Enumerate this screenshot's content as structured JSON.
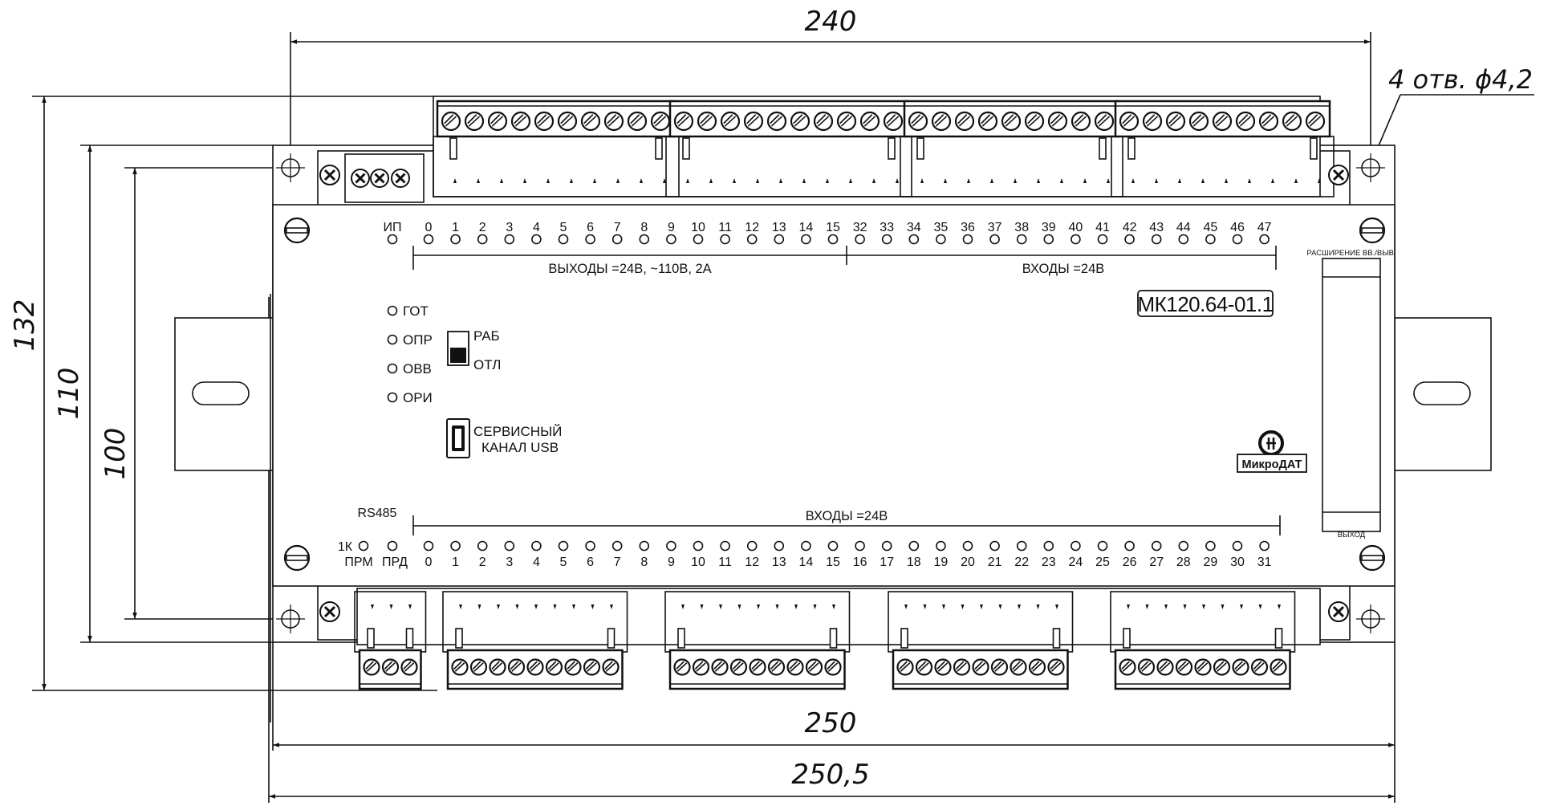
{
  "dimensions": {
    "top_width": "240",
    "hole_note": "4 отв. ϕ4,2",
    "height_132": "132",
    "height_110": "110",
    "height_100": "100",
    "width_250": "250",
    "width_250_5": "250,5"
  },
  "device": {
    "model": "МК120.64-01.1",
    "brand": "МикроДАТ",
    "expansion_label": "РАСШИРЕНИЕ ВВ./ВЫВ.",
    "exit_label": "ВЫХОД"
  },
  "top_leds": {
    "power_label": "ИП",
    "numbers": [
      "0",
      "1",
      "2",
      "3",
      "4",
      "5",
      "6",
      "7",
      "8",
      "9",
      "10",
      "11",
      "12",
      "13",
      "14",
      "15",
      "32",
      "33",
      "34",
      "35",
      "36",
      "37",
      "38",
      "39",
      "40",
      "41",
      "42",
      "43",
      "44",
      "45",
      "46",
      "47"
    ],
    "group_outputs_label": "ВЫХОДЫ =24В, ~110В, 2А",
    "group_inputs_label": "ВХОДЫ =24В"
  },
  "status_leds": [
    "ГОТ",
    "ОПР",
    "ОВВ",
    "ОРИ"
  ],
  "switch": {
    "run_label": "РАБ",
    "off_label": "ОТЛ"
  },
  "usb": {
    "line1": "СЕРВИСНЫЙ",
    "line2": "КАНАЛ USB"
  },
  "bottom_leds": {
    "rs485_label": "RS485",
    "k1_label": "1К",
    "rx_label": "ПРМ",
    "tx_label": "ПРД",
    "numbers": [
      "0",
      "1",
      "2",
      "3",
      "4",
      "5",
      "6",
      "7",
      "8",
      "9",
      "10",
      "11",
      "12",
      "13",
      "14",
      "15",
      "16",
      "17",
      "18",
      "19",
      "20",
      "21",
      "22",
      "23",
      "24",
      "25",
      "26",
      "27",
      "28",
      "29",
      "30",
      "31"
    ],
    "group_inputs_label": "ВХОДЫ =24В"
  }
}
